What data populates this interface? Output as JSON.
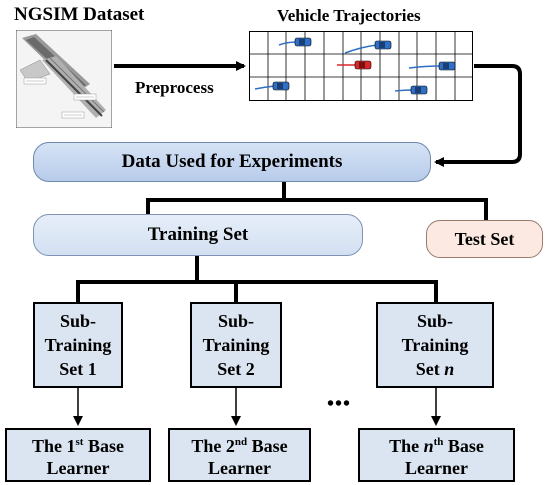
{
  "top": {
    "dataset_label": "NGSIM Dataset",
    "trajectories_label": "Vehicle Trajectories",
    "preprocess_label": "Preprocess"
  },
  "data_box": {
    "label": "Data Used for Experiments"
  },
  "training_box": {
    "label": "Training Set"
  },
  "test_box": {
    "label": "Test Set"
  },
  "subsets": [
    {
      "line1": "Sub-",
      "line2": "Training",
      "line3_prefix": "Set ",
      "line3_var": "1"
    },
    {
      "line1": "Sub-",
      "line2": "Training",
      "line3_prefix": "Set ",
      "line3_var": "2"
    },
    {
      "line1": "Sub-",
      "line2": "Training",
      "line3_prefix": "Set ",
      "line3_var": "n"
    }
  ],
  "ellipsis": "•••",
  "learners": [
    {
      "prefix": "The ",
      "num": "1",
      "sup": "st",
      "suffix": " Base",
      "line2": "Learner"
    },
    {
      "prefix": "The ",
      "num": "2",
      "sup": "nd",
      "suffix": " Base",
      "line2": "Learner"
    },
    {
      "prefix": "The ",
      "num": "n",
      "sup": "th",
      "suffix": " Base",
      "line2": "Learner"
    }
  ],
  "colors": {
    "vehicle_blue": "#2f6fc4",
    "vehicle_red": "#d9282a",
    "box_fill": "#dbe5f1"
  }
}
